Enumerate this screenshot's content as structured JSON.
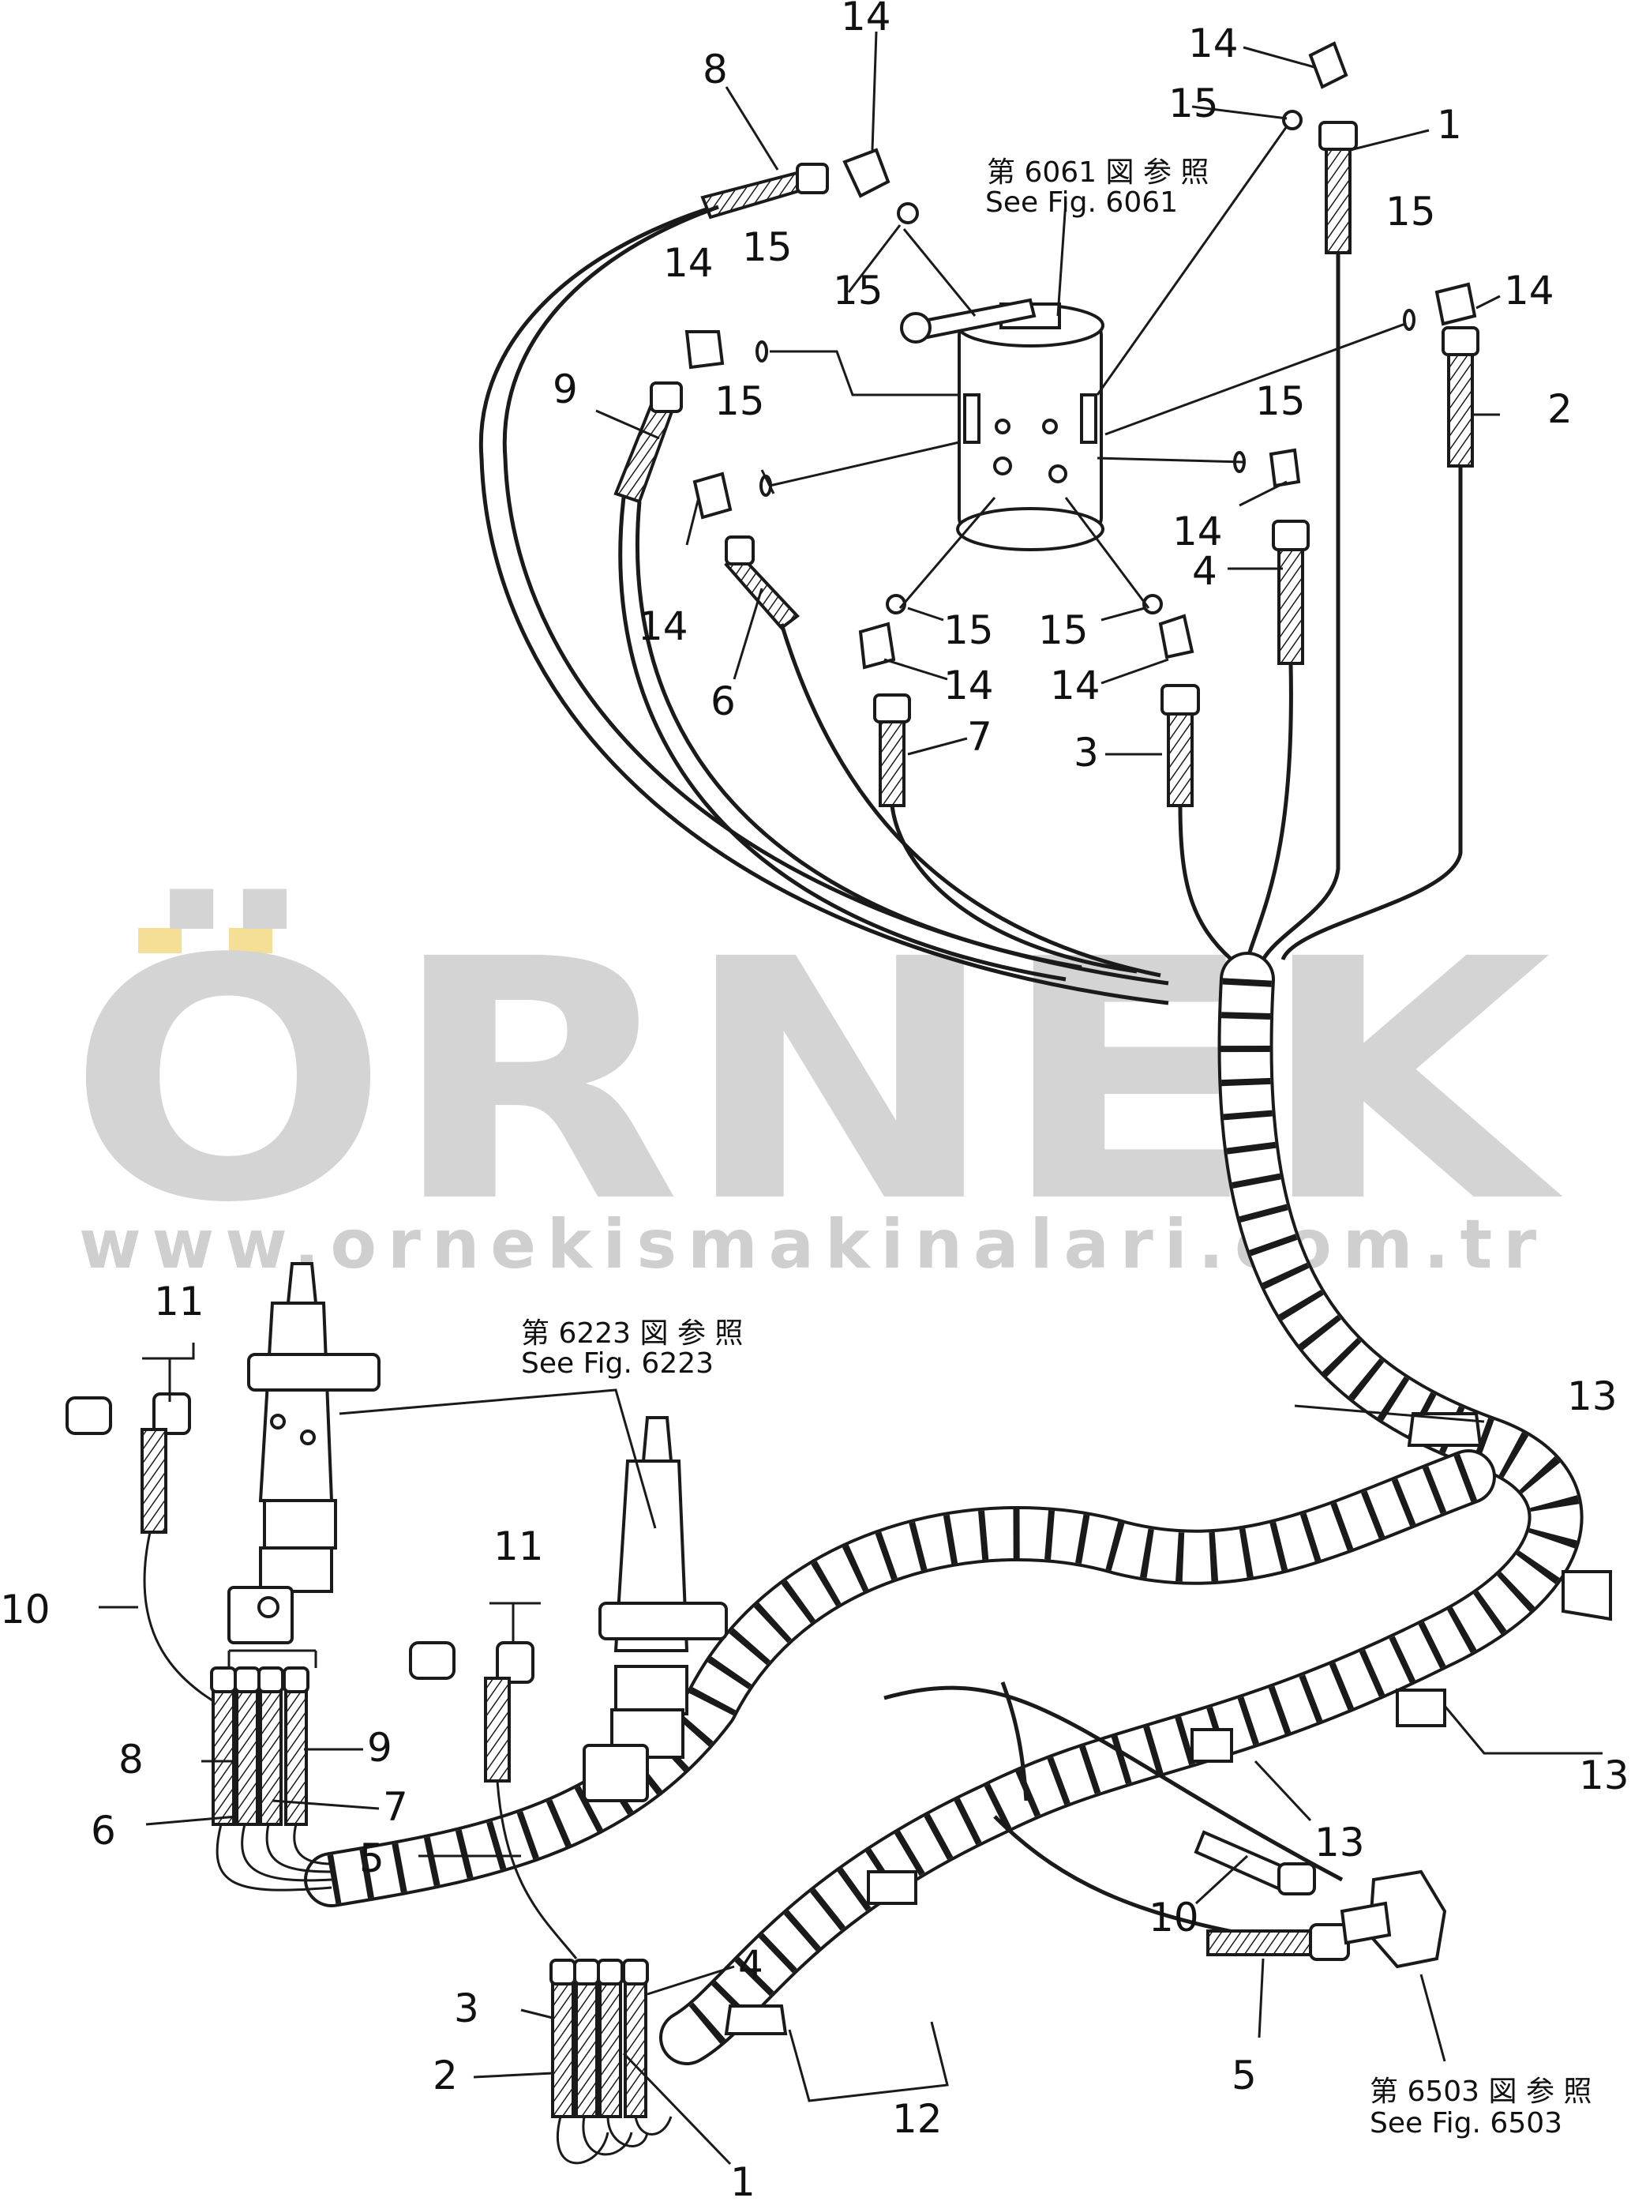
{
  "watermark": {
    "brand": "ÖRNEK",
    "url": "www.ornekismakinalari.com.tr",
    "brand_color": "#d3d3d3",
    "accent_color": "#f5df96"
  },
  "references": {
    "fig_6061_jp": "第 6061 図 参 照",
    "fig_6061_en": "See Fig. 6061",
    "fig_6223_jp": "第 6223 図 参 照",
    "fig_6223_en": "See Fig. 6223",
    "fig_6503_jp": "第 6503 図 参 照",
    "fig_6503_en": "See Fig. 6503"
  },
  "callouts": {
    "c14_a": "14",
    "c8_a": "8",
    "c14_b": "14",
    "c15_a": "15",
    "c1_a": "1",
    "c15_b": "15",
    "c15_c": "15",
    "c14_c": "14",
    "c15_d": "15",
    "c14_d": "14",
    "c2_a": "2",
    "c9_a": "9",
    "c15_e": "15",
    "c15_f": "15",
    "c14_e": "14",
    "c4_a": "4",
    "c14_f": "14",
    "c6_a": "6",
    "c15_g": "15",
    "c15_h": "15",
    "c14_g": "14",
    "c14_h": "14",
    "c7_a": "7",
    "c3_a": "3",
    "c11_a": "11",
    "c10_a": "10",
    "c13_a": "13",
    "c11_b": "11",
    "c8_b": "8",
    "c9_b": "9",
    "c6_b": "6",
    "c7_b": "7",
    "c5_a": "5",
    "c13_b": "13",
    "c13_c": "13",
    "c10_b": "10",
    "c4_b": "4",
    "c3_b": "3",
    "c2_b": "2",
    "c12_a": "12",
    "c5_b": "5",
    "c1_b": "1"
  }
}
